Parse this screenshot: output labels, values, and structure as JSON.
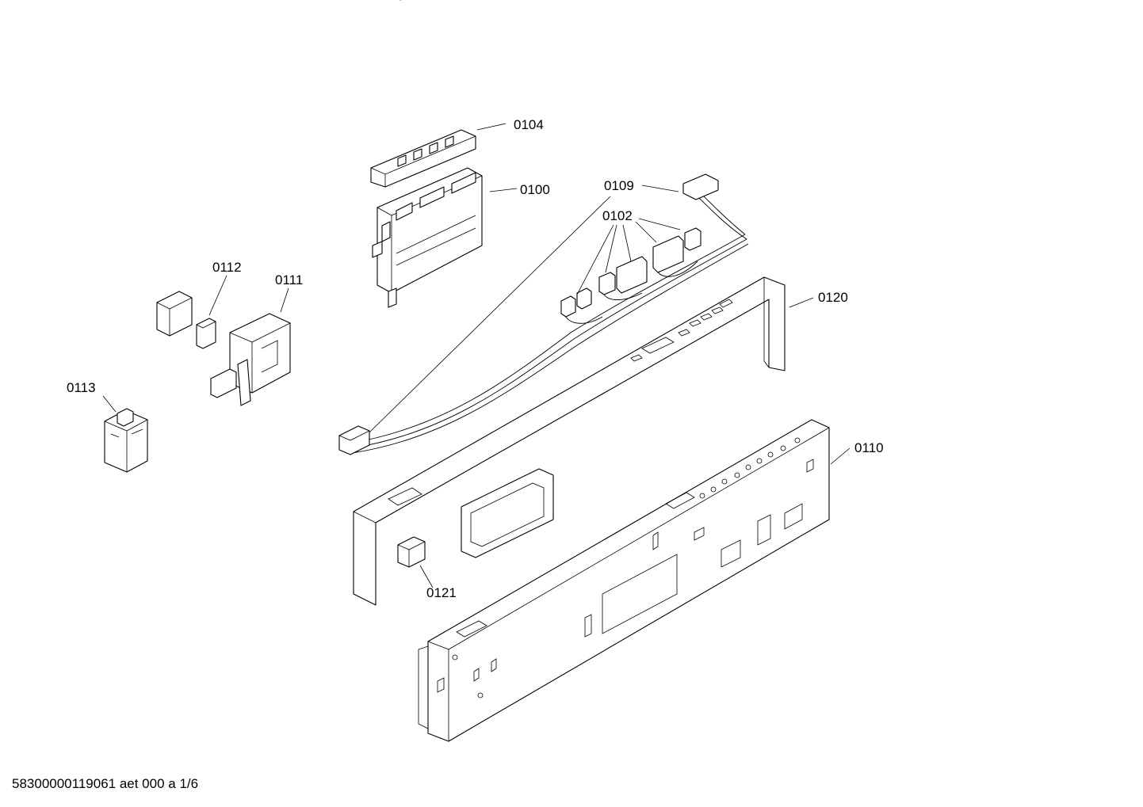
{
  "labels": {
    "p0104": "0104",
    "p0100": "0100",
    "p0109": "0109",
    "p0102": "0102",
    "p0112": "0112",
    "p0111": "0111",
    "p0120": "0120",
    "p0113": "0113",
    "p0110": "0110",
    "p0121": "0121"
  },
  "footer": {
    "text": "58300000119061 aet 000 a 1/6"
  }
}
